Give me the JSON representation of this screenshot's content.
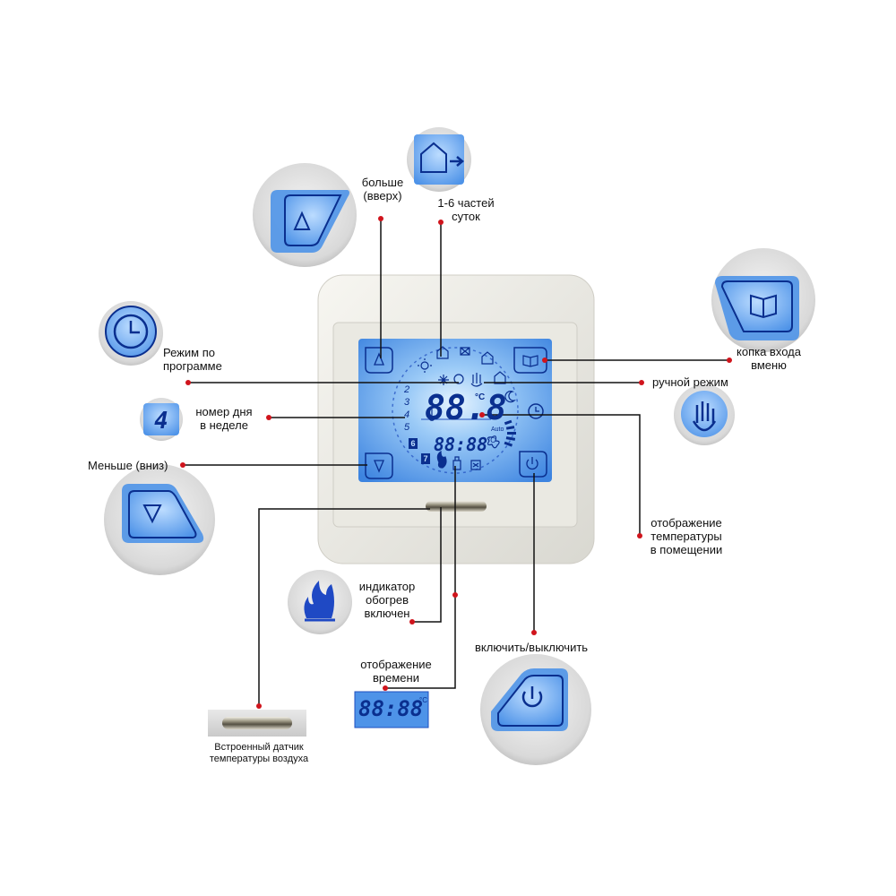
{
  "labels": {
    "up": [
      "больше",
      "(вверх)"
    ],
    "periods": [
      "1-6 частей",
      "суток"
    ],
    "menu": [
      "копка входа",
      "вменю"
    ],
    "program": [
      "Режим по",
      "программе"
    ],
    "manual": "ручной режим",
    "day": [
      "номер дня",
      "в неделе"
    ],
    "down": "Меньше (вниз)",
    "room": [
      "отображение",
      "температуры",
      "в помещении"
    ],
    "heating": [
      "индикатор",
      "обогрев",
      "включен"
    ],
    "power": "включить/выключить",
    "time": [
      "отображение",
      "времени"
    ],
    "sensor": [
      "Встроенный датчик",
      "температуры воздуха"
    ]
  },
  "lcd": {
    "temp": "88.8",
    "clock": "88:88",
    "unit": "°C",
    "auto": "Auto",
    "day_numbers": [
      "2",
      "3",
      "4",
      "5"
    ],
    "day_badge": "6",
    "day_badge2": "7",
    "day_icon_value": "4"
  },
  "colors": {
    "lcd": "#5aa0ee",
    "lcd_glow": "#bfe0ff",
    "ink": "#0a2f8f",
    "frame": "#ecebe5",
    "dot": "#d0141c"
  }
}
